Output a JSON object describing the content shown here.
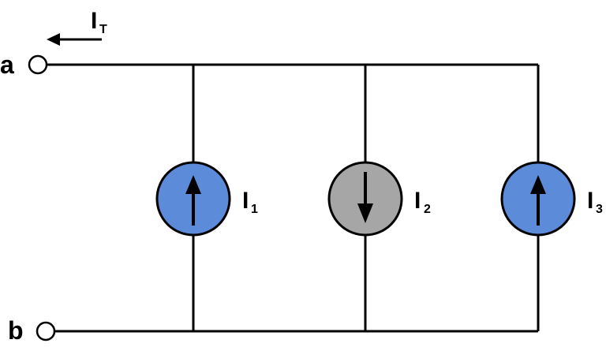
{
  "diagram": {
    "terminals": {
      "a": {
        "label": "a"
      },
      "b": {
        "label": "b"
      }
    },
    "total_current": {
      "main": "I",
      "sub": "T"
    },
    "sources": [
      {
        "main": "I",
        "sub": "1",
        "direction": "up",
        "fill": "#5b8bd9"
      },
      {
        "main": "I",
        "sub": "2",
        "direction": "down",
        "fill": "#a6a6a6"
      },
      {
        "main": "I",
        "sub": "3",
        "direction": "up",
        "fill": "#5b8bd9"
      }
    ]
  }
}
